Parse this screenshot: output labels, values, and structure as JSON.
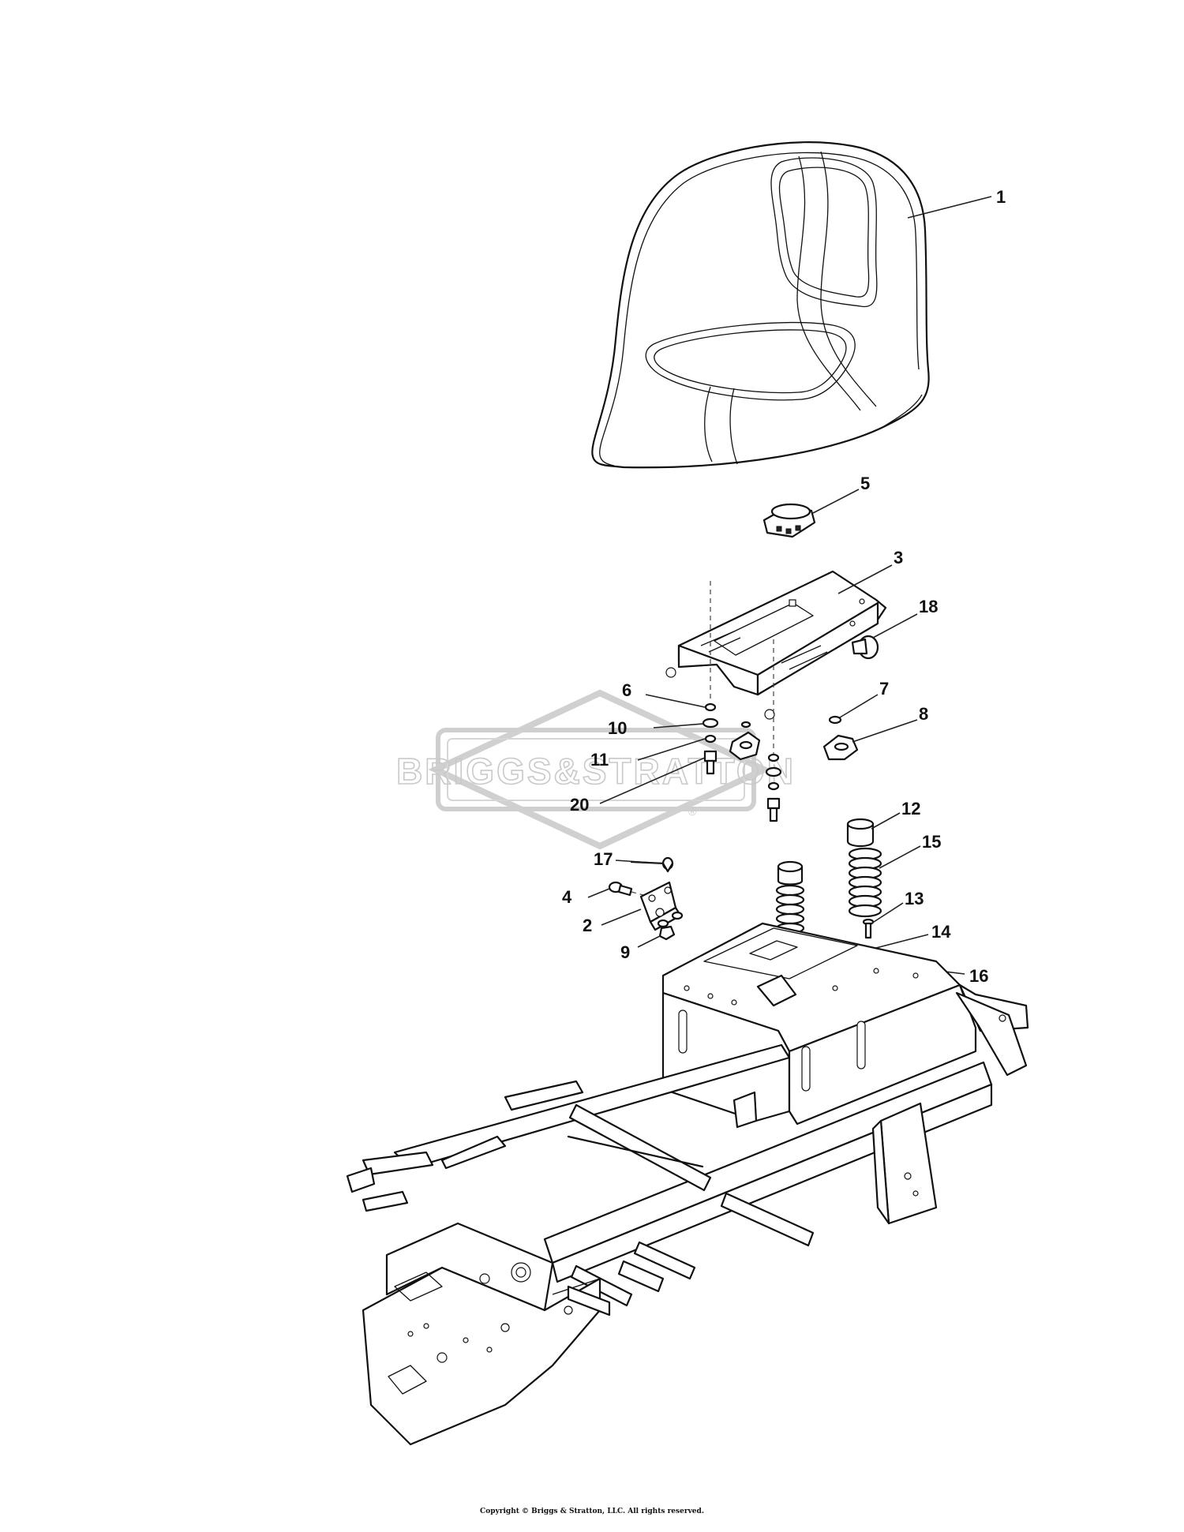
{
  "watermark": {
    "text": "BRIGGS&STRATTON",
    "mark": "®"
  },
  "callouts": [
    {
      "id": "c1",
      "label": "1"
    },
    {
      "id": "c5",
      "label": "5"
    },
    {
      "id": "c3",
      "label": "3"
    },
    {
      "id": "c18",
      "label": "18"
    },
    {
      "id": "c6",
      "label": "6"
    },
    {
      "id": "c7",
      "label": "7"
    },
    {
      "id": "c10",
      "label": "10"
    },
    {
      "id": "c8",
      "label": "8"
    },
    {
      "id": "c11",
      "label": "11"
    },
    {
      "id": "c20",
      "label": "20"
    },
    {
      "id": "c12",
      "label": "12"
    },
    {
      "id": "c17",
      "label": "17"
    },
    {
      "id": "c15",
      "label": "15"
    },
    {
      "id": "c4",
      "label": "4"
    },
    {
      "id": "c13",
      "label": "13"
    },
    {
      "id": "c2",
      "label": "2"
    },
    {
      "id": "c14",
      "label": "14"
    },
    {
      "id": "c9",
      "label": "9"
    },
    {
      "id": "c16",
      "label": "16"
    }
  ],
  "footer": {
    "copyright": "Copyright © Briggs & Stratton, LLC. All rights reserved."
  }
}
